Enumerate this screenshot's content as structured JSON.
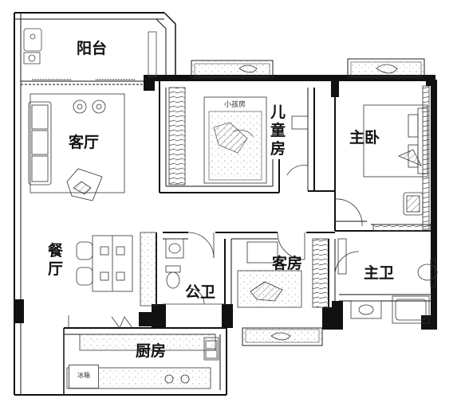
{
  "rooms": {
    "balcony": "阳台",
    "living_room": "客厅",
    "kids_room": "儿童房",
    "kids_room_sign": "小孩房",
    "master_bedroom": "主卧",
    "dining_room": "餐厅",
    "guest_room": "客房",
    "public_bath": "公卫",
    "master_bath": "主卫",
    "kitchen": "厨房"
  },
  "fixtures": {
    "fridge": "冰箱"
  },
  "colors": {
    "wall": "#111111",
    "line": "#333333",
    "hatch": "#666666",
    "background": "#ffffff"
  }
}
